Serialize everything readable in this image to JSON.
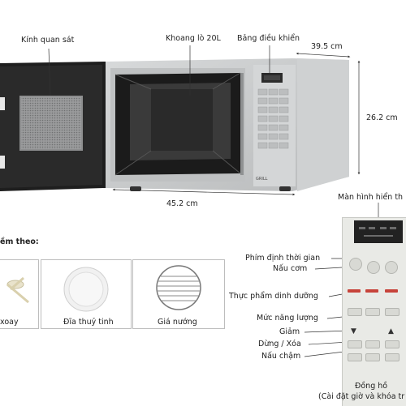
{
  "labels": {
    "glass_window": "Kính quan sát",
    "cavity": "Khoang lò 20L",
    "control_panel": "Bảng điều khiển",
    "depth": "39.5 cm",
    "height": "26.2 cm",
    "width": "45.2 cm",
    "grill_badge": "GRILL"
  },
  "accessories": {
    "heading": "ềm theo:",
    "items": [
      {
        "caption": "xoay"
      },
      {
        "caption": "Đĩa thuỷ tinh"
      },
      {
        "caption": "Giá nướng"
      }
    ]
  },
  "panel_callouts": {
    "display": "Màn hình hiển th",
    "timer": "Phím định thời gian",
    "rice": "Nấu cơm",
    "nutrition": "Thực phẩm dinh dưỡng",
    "power": "Mức năng lượng",
    "decrease": "Giảm",
    "stop_clear": "Dừng / Xóa",
    "slow_cook": "Nấu chậm",
    "clock": "Đồng hồ",
    "clock_note": "(Cài đặt giờ và khóa tr"
  },
  "colors": {
    "body_silver": "#c9cbcc",
    "door_black": "#1e1e1e",
    "callout_line": "#333333"
  }
}
